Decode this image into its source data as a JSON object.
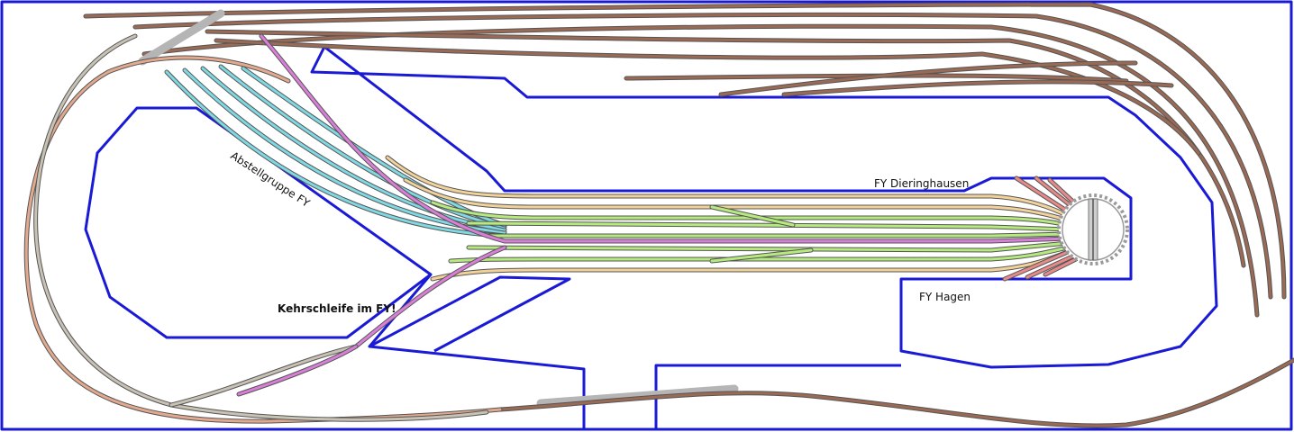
{
  "labels": {
    "storage_group": "Abstellgruppe FY",
    "reverse_loop": "Kehrschleife im FY!",
    "yard_top": "FY Dieringhausen",
    "yard_bottom": "FY Hagen"
  },
  "colors": {
    "wall": "#1a1ad6",
    "brown_track": "#9a6a55",
    "salmon_track": "#e2a98f",
    "grey_track": "#c8c2b4",
    "cyan_track": "#7fd8e2",
    "violet_track": "#d97fd8",
    "yellow_track": "#f2d29b",
    "green_track": "#b6ea7f",
    "red_track": "#e88a8a",
    "turntable": "#9a9a9a"
  }
}
